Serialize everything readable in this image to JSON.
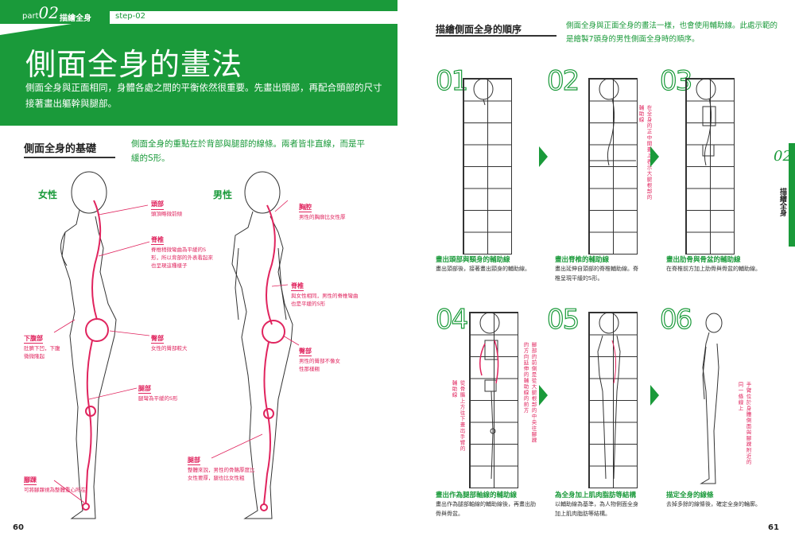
{
  "header": {
    "part_prefix": "part",
    "part_num": "02",
    "section": "描繪全身",
    "step": "step-02"
  },
  "title": "側面全身的畫法",
  "intro": "側面全身與正面相同，身體各處之間的平衡依然很重要。先畫出頭部，再配合頭部的尺寸接著畫出軀幹與腿部。",
  "basics": {
    "title": "側面全身的基礎",
    "desc": "側面全身的重點在於背部與腿部的線條。兩者皆非直線，而是平緩的S形。",
    "female_label": "女性",
    "male_label": "男性"
  },
  "female_annotations": [
    {
      "label": "頭部",
      "text": "頭頂略微前傾"
    },
    {
      "label": "脊椎",
      "text": "脊椎稍微彎曲為平緩的S形，所以背部的外表看起來也呈現這種樣子"
    },
    {
      "label": "下腹部",
      "text": "肚臍下凹，下腹微微隆起"
    },
    {
      "label": "臀部",
      "text": "女性的臀部較大"
    },
    {
      "label": "腿部",
      "text": "腿彎為平緩的S形"
    },
    {
      "label": "腳踝",
      "text": "可將腳踝視為整體重心所在"
    }
  ],
  "male_annotations": [
    {
      "label": "胸腔",
      "text": "男性的胸廓比女性厚"
    },
    {
      "label": "脊椎",
      "text": "與女性相同，男性的脊椎彎曲也是平緩的S形"
    },
    {
      "label": "臀部",
      "text": "男性的臀部不像女性那樣翹"
    },
    {
      "label": "腿部",
      "text": "整體來說，男性的骨骼厚度比女性要厚，腿也比女性粗"
    }
  ],
  "order": {
    "title": "描繪側面全身的順序",
    "desc": "側面全身與正面全身的畫法一樣，也會使用輔助線。此處示範的是繪製7頭身的男性側面全身時的順序。",
    "steps": [
      {
        "num": "01",
        "title": "畫出頭部與頸身的輔助線",
        "desc": "畫出頭部後，接著畫出頸身的輔助線。"
      },
      {
        "num": "02",
        "title": "畫出脊椎的輔助線",
        "desc": "畫出延伸自頭部的脊椎輔助線。脊椎呈現平緩的S形。",
        "note": "在全身的正中間畫上表示大腿根部的輔助線"
      },
      {
        "num": "03",
        "title": "畫出肋骨與骨盆的輔助線",
        "desc": "在脊椎前方加上肋骨與骨盆的輔助線。"
      },
      {
        "num": "04",
        "title": "畫出作為腿部軸線的輔助線",
        "desc": "畫出作為腿部軸線的輔助線後，再畫出肋骨與骨盆。",
        "note_a": "從骨骼上方往下畫出手臂的輔助線",
        "note_b": "腳部的前側是從大腿根部的中央往腳踝的方向延伸的輔助線的前方"
      },
      {
        "num": "05",
        "title": "為全身加上肌肉脂肪等結構",
        "desc": "以輔助線為基準，為人物側面全身加上肌肉脂肪等結構。"
      },
      {
        "num": "06",
        "title": "描定全身的線條",
        "desc": "去掉多餘的線條後，確定全身的輪廓。",
        "note": "手臂位於身體側面與腳踝附近的同一條線上"
      }
    ]
  },
  "side_tab": {
    "num": "02",
    "text": "描繪全身"
  },
  "page_left": "60",
  "page_right": "61",
  "colors": {
    "accent": "#1a9a3a",
    "annotation": "#e0245e"
  }
}
